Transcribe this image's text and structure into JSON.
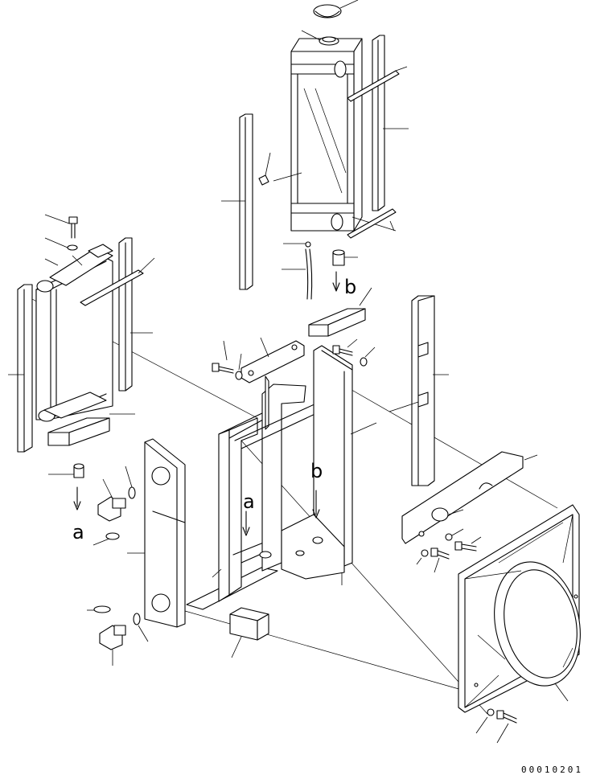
{
  "diagram": {
    "callouts": {
      "a_upper": "a",
      "a_lower": "a",
      "b_upper": "b",
      "b_lower": "b"
    },
    "drawing_code": "00010201"
  }
}
